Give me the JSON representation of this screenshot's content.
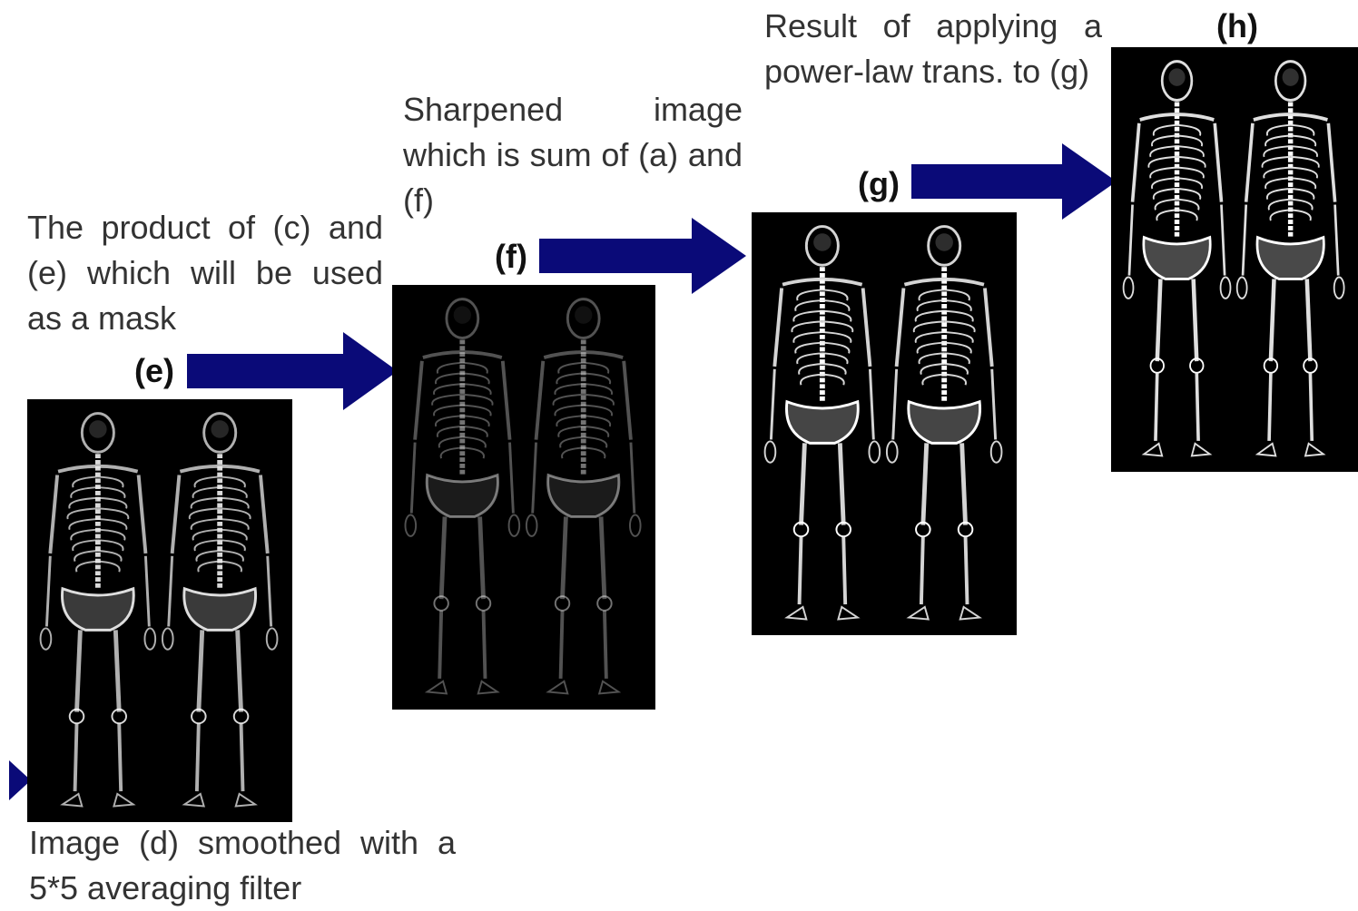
{
  "captions": {
    "d_smoothed": "Image (d) smoothed with a 5*5 averaging filter",
    "e_product": "The product of (c) and (e) which will be used as a mask",
    "f_sharpened": "Sharpened image which is sum of (a) and (f)",
    "g_powerlaw": "Result of applying a power-law trans. to (g)"
  },
  "labels": {
    "e": "(e)",
    "f": "(f)",
    "g": "(g)",
    "h": "(h)"
  },
  "colors": {
    "arrow": "#0a0a78",
    "panel_bg": "#000000",
    "caption_text": "#333333"
  },
  "panels": [
    {
      "id": "e",
      "brightness": 0.75
    },
    {
      "id": "f",
      "brightness": 0.35
    },
    {
      "id": "g",
      "brightness": 0.9
    },
    {
      "id": "h",
      "brightness": 0.95
    }
  ]
}
